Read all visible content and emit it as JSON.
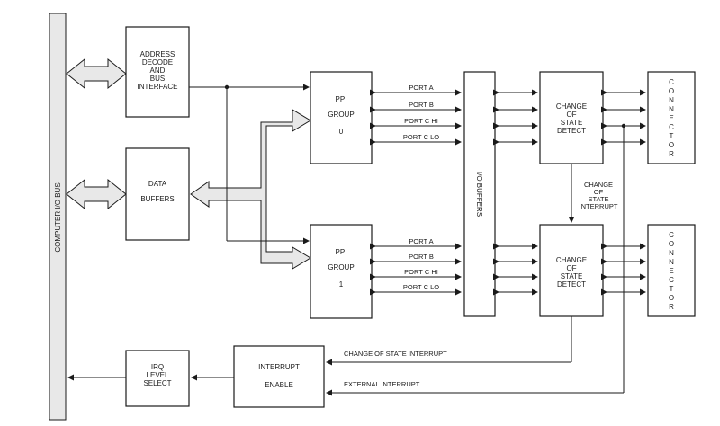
{
  "bus_label": "COMPUTER I/O BUS",
  "address_decode": [
    "ADDRESS",
    "DECODE",
    "AND",
    "BUS",
    "INTERFACE"
  ],
  "data_buffers": [
    "DATA",
    "BUFFERS"
  ],
  "ppi0": [
    "PPI",
    "GROUP",
    "0"
  ],
  "ppi1": [
    "PPI",
    "GROUP",
    "1"
  ],
  "io_buffers": "I/O BUFFERS",
  "cos_detect": [
    "CHANGE",
    "OF",
    "STATE",
    "DETECT"
  ],
  "connector": "CONNECTOR",
  "ports": [
    "PORT A",
    "PORT B",
    "PORT C HI",
    "PORT C LO"
  ],
  "cos_interrupt_label": [
    "CHANGE",
    "OF",
    "STATE",
    "INTERRUPT"
  ],
  "irq_select": [
    "IRQ",
    "LEVEL",
    "SELECT"
  ],
  "interrupt_enable": [
    "INTERRUPT",
    "ENABLE"
  ],
  "cos_interrupt_line": "CHANGE OF STATE INTERRUPT",
  "external_interrupt": "EXTERNAL INTERRUPT"
}
